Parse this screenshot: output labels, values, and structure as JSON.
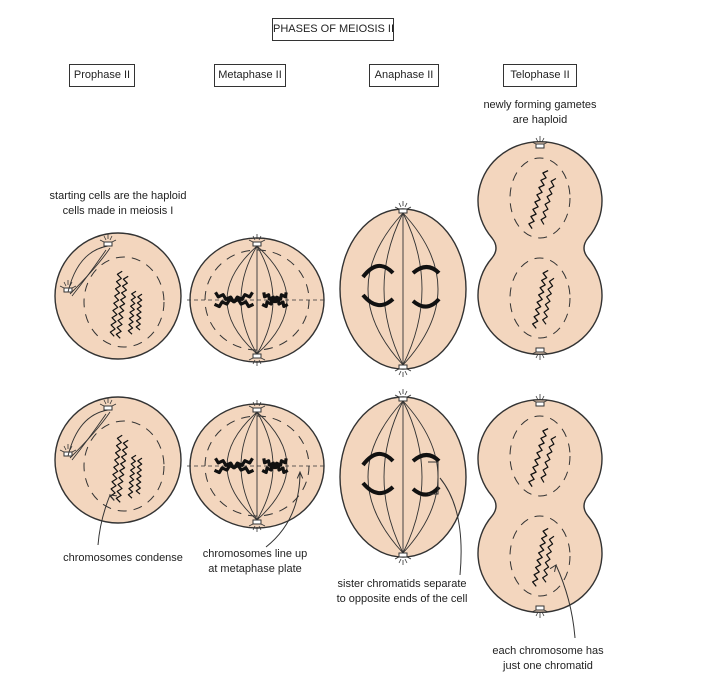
{
  "title": "PHASES OF MEIOSIS II",
  "phases": [
    "Prophase II",
    "Metaphase II",
    "Anaphase II",
    "Telophase II"
  ],
  "annotations": {
    "telophase_top": [
      "newly forming gametes",
      "are haploid"
    ],
    "prophase_top": [
      "starting cells are the haploid",
      "cells made in meiosis I"
    ],
    "condense": [
      "chromosomes condense"
    ],
    "lineup": [
      "chromosomes line up",
      "at metaphase plate"
    ],
    "separate": [
      "sister chromatids separate",
      "to opposite ends of the cell"
    ],
    "one_chromatid": [
      "each chromosome has",
      "just one chromatid"
    ]
  },
  "colors": {
    "cell_fill": "#F3D6BE",
    "outline": "#333333",
    "chromosome": "#111111"
  }
}
